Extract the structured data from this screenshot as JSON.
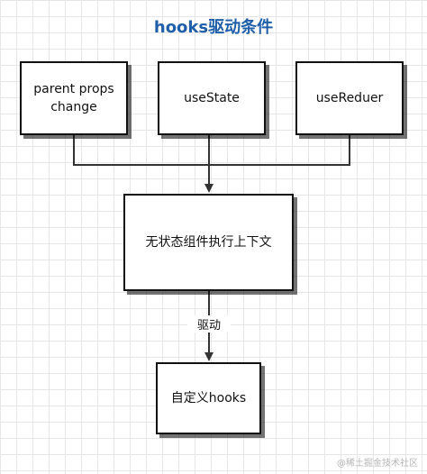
{
  "title": "hooks驱动条件",
  "nodes": {
    "parent_props": "parent props change",
    "use_state": "useState",
    "use_reducer": "useReduer",
    "stateless_context": "无状态组件执行上下文",
    "custom_hooks": "自定义hooks"
  },
  "edge_label": "驱动",
  "watermark": "@稀土掘金技术社区"
}
